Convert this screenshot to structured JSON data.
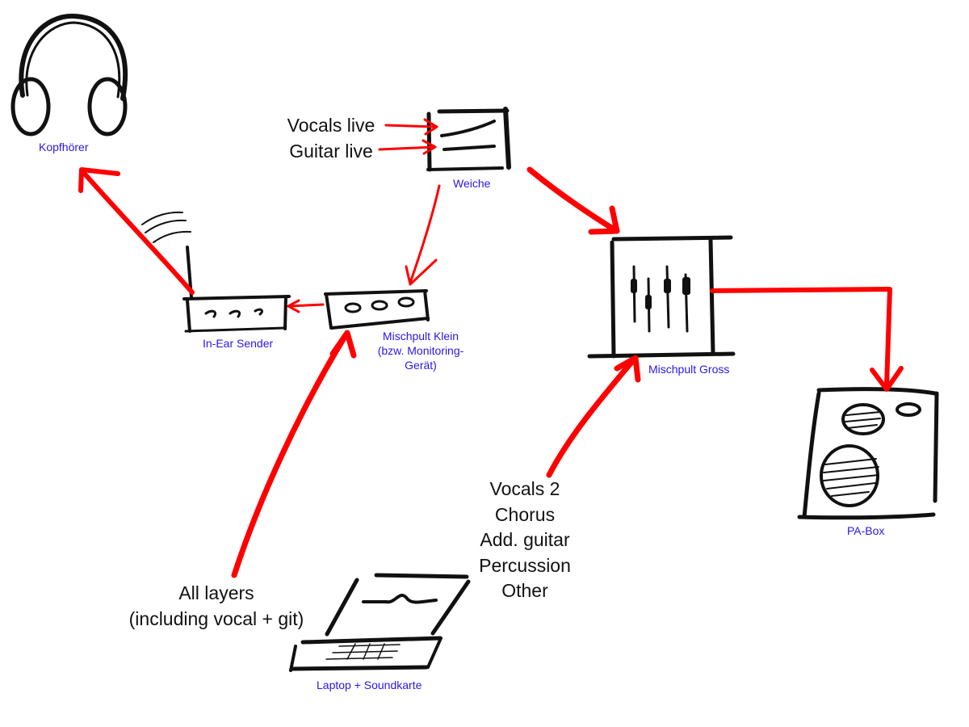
{
  "colors": {
    "arrow": "#ff0000",
    "label": "#2b17e6",
    "ink": "#111111",
    "background": "#ffffff"
  },
  "nodes": {
    "kopfhoerer": {
      "label": "Kopfhörer",
      "icon": "headphones-icon"
    },
    "weiche": {
      "label": "Weiche",
      "icon": "splitter-box-icon"
    },
    "in_ear_sender": {
      "label": "In-Ear Sender",
      "icon": "transmitter-icon"
    },
    "mischpult_klein": {
      "label_lines": [
        "Mischpult Klein",
        "(bzw. Monitoring-",
        "Gerät)"
      ],
      "icon": "small-mixer-icon"
    },
    "mischpult_gross": {
      "label": "Mischpult Gross",
      "icon": "mixing-console-icon"
    },
    "pa_box": {
      "label": "PA-Box",
      "icon": "speaker-icon"
    },
    "laptop": {
      "label": "Laptop + Soundkarte",
      "icon": "laptop-icon"
    }
  },
  "inputs": {
    "live": [
      "Vocals live",
      "Guitar live"
    ],
    "backing": [
      "Vocals 2",
      "Chorus",
      "Add. guitar",
      "Percussion",
      "Other"
    ],
    "all_layers": [
      "All layers",
      "(including vocal + git)"
    ]
  }
}
